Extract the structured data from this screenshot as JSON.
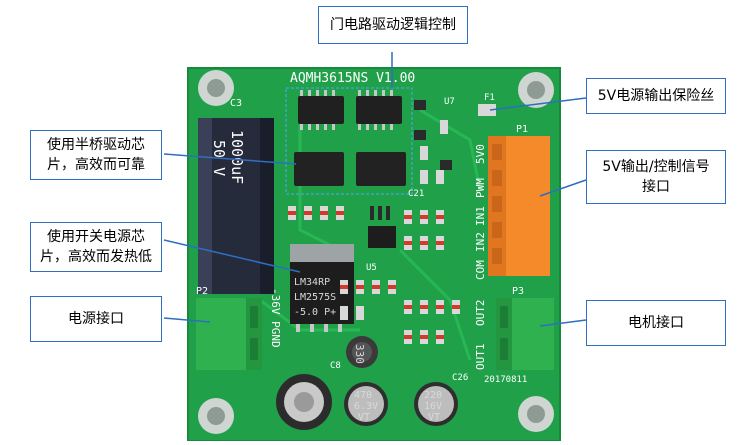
{
  "board": {
    "model": "AQMH3615NS V1.00",
    "header_labels": [
      "5V0",
      "PWM",
      "IN1",
      "IN2",
      "COM"
    ],
    "output_labels": [
      "OUT2",
      "OUT1"
    ],
    "power_label": "-36V PGND",
    "date_code": "20170811",
    "designators": {
      "c3": "C3",
      "c8": "C8",
      "c26": "C26",
      "c21": "C21",
      "p1": "P1",
      "p2": "P2",
      "p3": "P3",
      "u7": "U7",
      "u5": "U5",
      "f1": "F1"
    },
    "reg_chip": [
      "LM34RP",
      "LM2575S",
      "-5.0   P+"
    ],
    "inductor": "330",
    "cap_470": [
      "470",
      "6.3V",
      "VT"
    ],
    "cap_220": [
      "220",
      "16V",
      "VT"
    ],
    "big_cap": [
      "1000uF",
      "50 V"
    ]
  },
  "callouts": {
    "gate_driver": "门电路驱动逻辑控制",
    "fuse": "5V电源输出保险丝",
    "half_bridge": [
      "使用半桥驱动芯",
      "片，高效而可靠"
    ],
    "io_port": [
      "5V输出/控制信号",
      "接口"
    ],
    "switching_reg": [
      "使用开关电源芯",
      "片，高效而发热低"
    ],
    "power_port": "电源接口",
    "motor_port": "电机接口"
  },
  "colors": {
    "pcb": "#1fa049",
    "pcb_dark": "#168a3a",
    "terminal_orange": "#f58a2a",
    "terminal_green": "#2fb14f",
    "callout_border": "#2e6fc0",
    "leader": "#2e6fc0"
  }
}
